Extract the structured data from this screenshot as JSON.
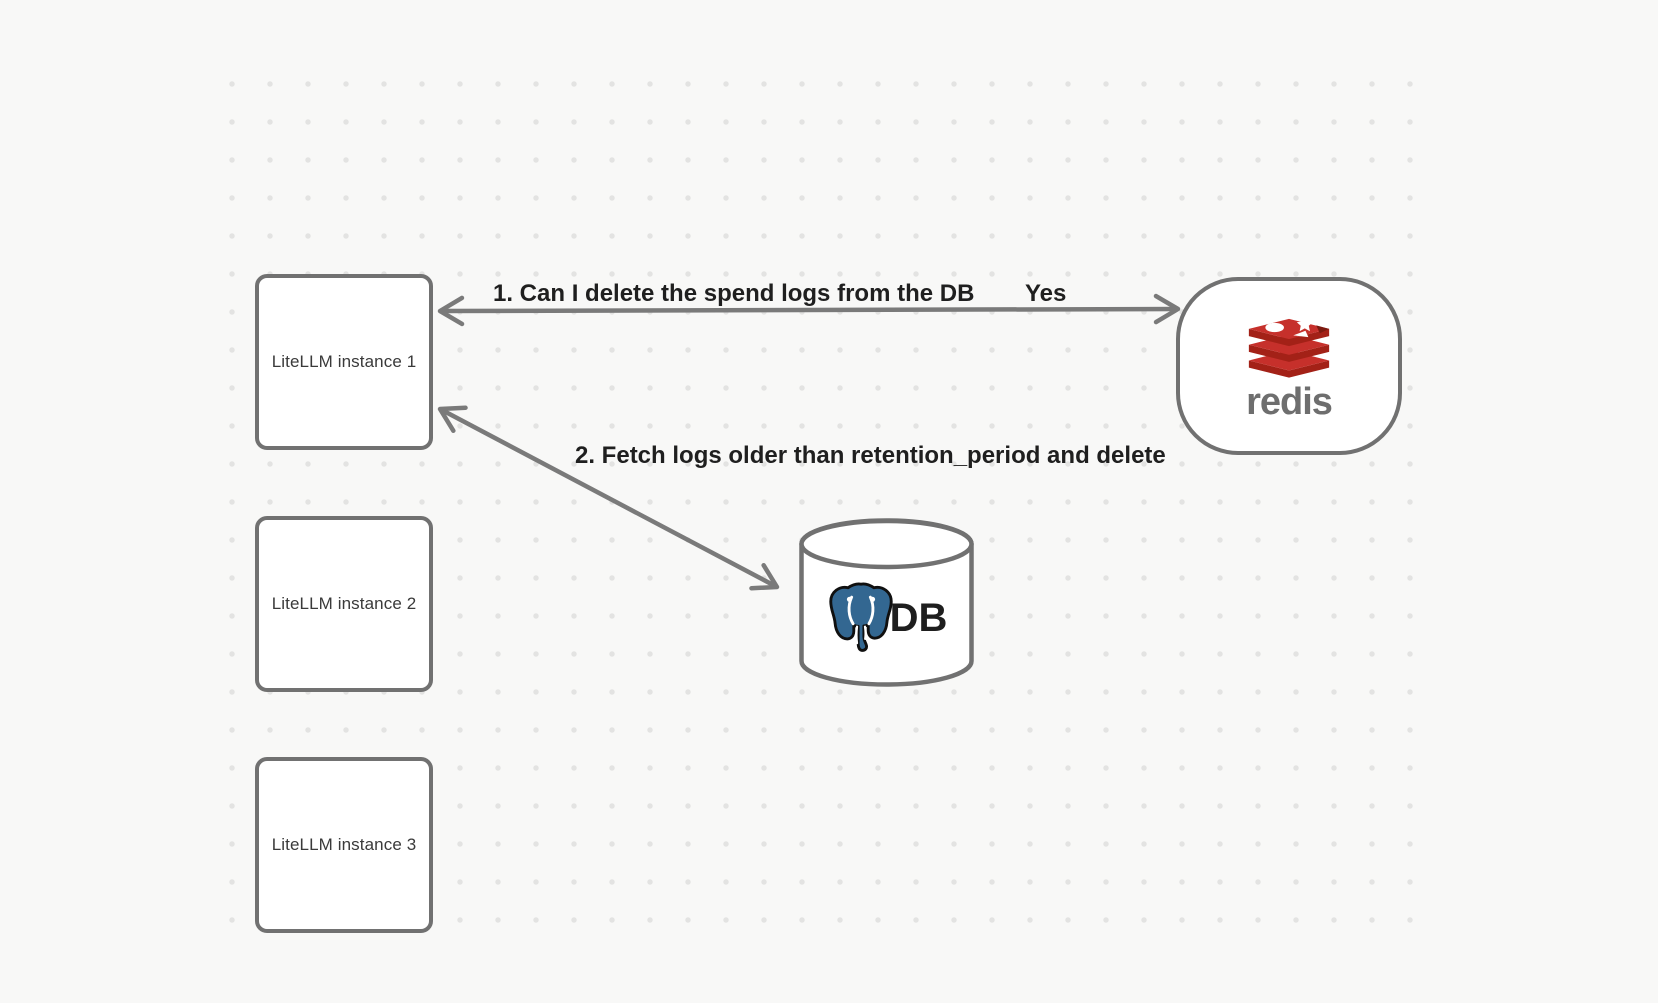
{
  "nodes": {
    "litellm_instances": [
      {
        "label": "LiteLLM instance 1"
      },
      {
        "label": "LiteLLM instance 2"
      },
      {
        "label": "LiteLLM instance 3"
      }
    ],
    "redis": {
      "wordmark": "redis",
      "icon": "redis-logo-icon"
    },
    "database": {
      "label": "DB",
      "icon": "postgresql-elephant-icon"
    }
  },
  "edges": [
    {
      "from": "litellm-instance-1",
      "to": "redis",
      "style": "double-arrow",
      "label": "1. Can I delete the spend logs from the DB",
      "response": "Yes"
    },
    {
      "from": "litellm-instance-1",
      "to": "database",
      "style": "double-arrow",
      "label": "2. Fetch logs older than retention_period and delete"
    }
  ],
  "colors": {
    "background": "#f8f8f7",
    "grid_dot": "#e3e3e2",
    "shape_border": "#717171",
    "arrow": "#7a7a7a",
    "edge_label_text": "#1f1f1f",
    "node_text": "#3a3a3a",
    "redis_red": "#c6302b",
    "redis_red_dark": "#a32117",
    "redis_wordmark_gray": "#6e6e6e",
    "postgres_blue": "#336791",
    "db_label_text": "#1e1e1e"
  }
}
